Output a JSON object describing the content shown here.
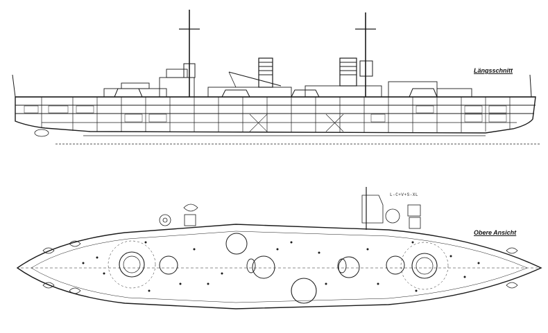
{
  "views": {
    "side": {
      "label": "Längsschnitt"
    },
    "top": {
      "label": "Obere Ansicht"
    }
  },
  "detail_label": "L-C+V+S-XL",
  "colors": {
    "paper": "#ffffff",
    "ink": "#1a1a1a"
  }
}
